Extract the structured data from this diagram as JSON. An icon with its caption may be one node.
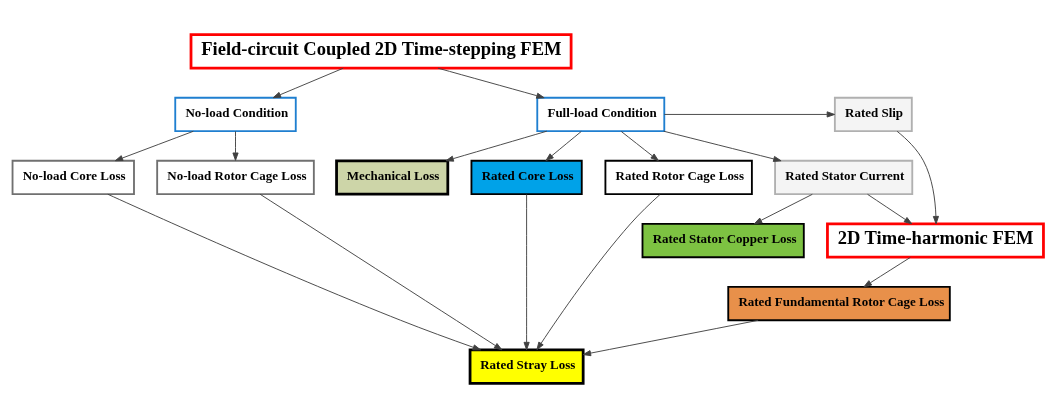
{
  "diagram": {
    "nodes": [
      {
        "text": [
          "Field-circuit Coupled 2D Time-stepping FEM"
        ]
      },
      {
        "text": [
          "Mechanical Loss"
        ]
      },
      {
        "text": [
          "No-load Condition"
        ]
      },
      {
        "text": [
          "Full-load Condition"
        ]
      },
      {
        "text": [
          "Rated Slip"
        ]
      },
      {
        "text": [
          "No-load Core Loss"
        ]
      },
      {
        "text": [
          "No-load Rotor Cage Loss"
        ]
      },
      {
        "text": [
          "Rated Core Loss"
        ]
      },
      {
        "text": [
          "Rated Rotor Cage Loss"
        ]
      },
      {
        "text": [
          "Rated Stator Current"
        ]
      },
      {
        "text": [
          "2D Time-harmonic FEM"
        ]
      },
      {
        "text": [
          "Rated Stator Copper Loss"
        ]
      },
      {
        "text": [
          "Rated Fundamental Rotor Cage Loss"
        ]
      },
      {
        "text": [
          "Rated Stray Loss"
        ]
      }
    ],
    "edges": [
      {
        "from": 0,
        "to": 2,
        "arrow": "to"
      },
      {
        "from": 0,
        "to": 3,
        "arrow": "to"
      },
      {
        "from": 2,
        "to": 5,
        "arrow": "to"
      },
      {
        "from": 2,
        "to": 6,
        "arrow": "to"
      },
      {
        "from": 3,
        "to": 7,
        "arrow": "to"
      },
      {
        "from": 3,
        "to": 8,
        "arrow": "to"
      },
      {
        "from": 3,
        "to": 4,
        "arrow": "to"
      },
      {
        "from": 3,
        "to": 1,
        "arrow": "to"
      },
      {
        "from": 3,
        "to": 9,
        "arrow": "to"
      },
      {
        "from": 4,
        "to": 10,
        "arrow": "to"
      },
      {
        "from": 9,
        "to": 10,
        "arrow": "to"
      },
      {
        "from": 9,
        "to": 11,
        "arrow": "to"
      },
      {
        "from": 10,
        "to": 12,
        "arrow": "to"
      },
      {
        "from": 5,
        "to": 13,
        "arrow": "to"
      },
      {
        "from": 6,
        "to": 13,
        "arrow": "to"
      },
      {
        "from": 7,
        "to": 13,
        "arrow": "to"
      },
      {
        "from": 8,
        "to": 13,
        "arrow": "to"
      },
      {
        "from": 12,
        "to": 13,
        "arrow": "to"
      }
    ]
  }
}
